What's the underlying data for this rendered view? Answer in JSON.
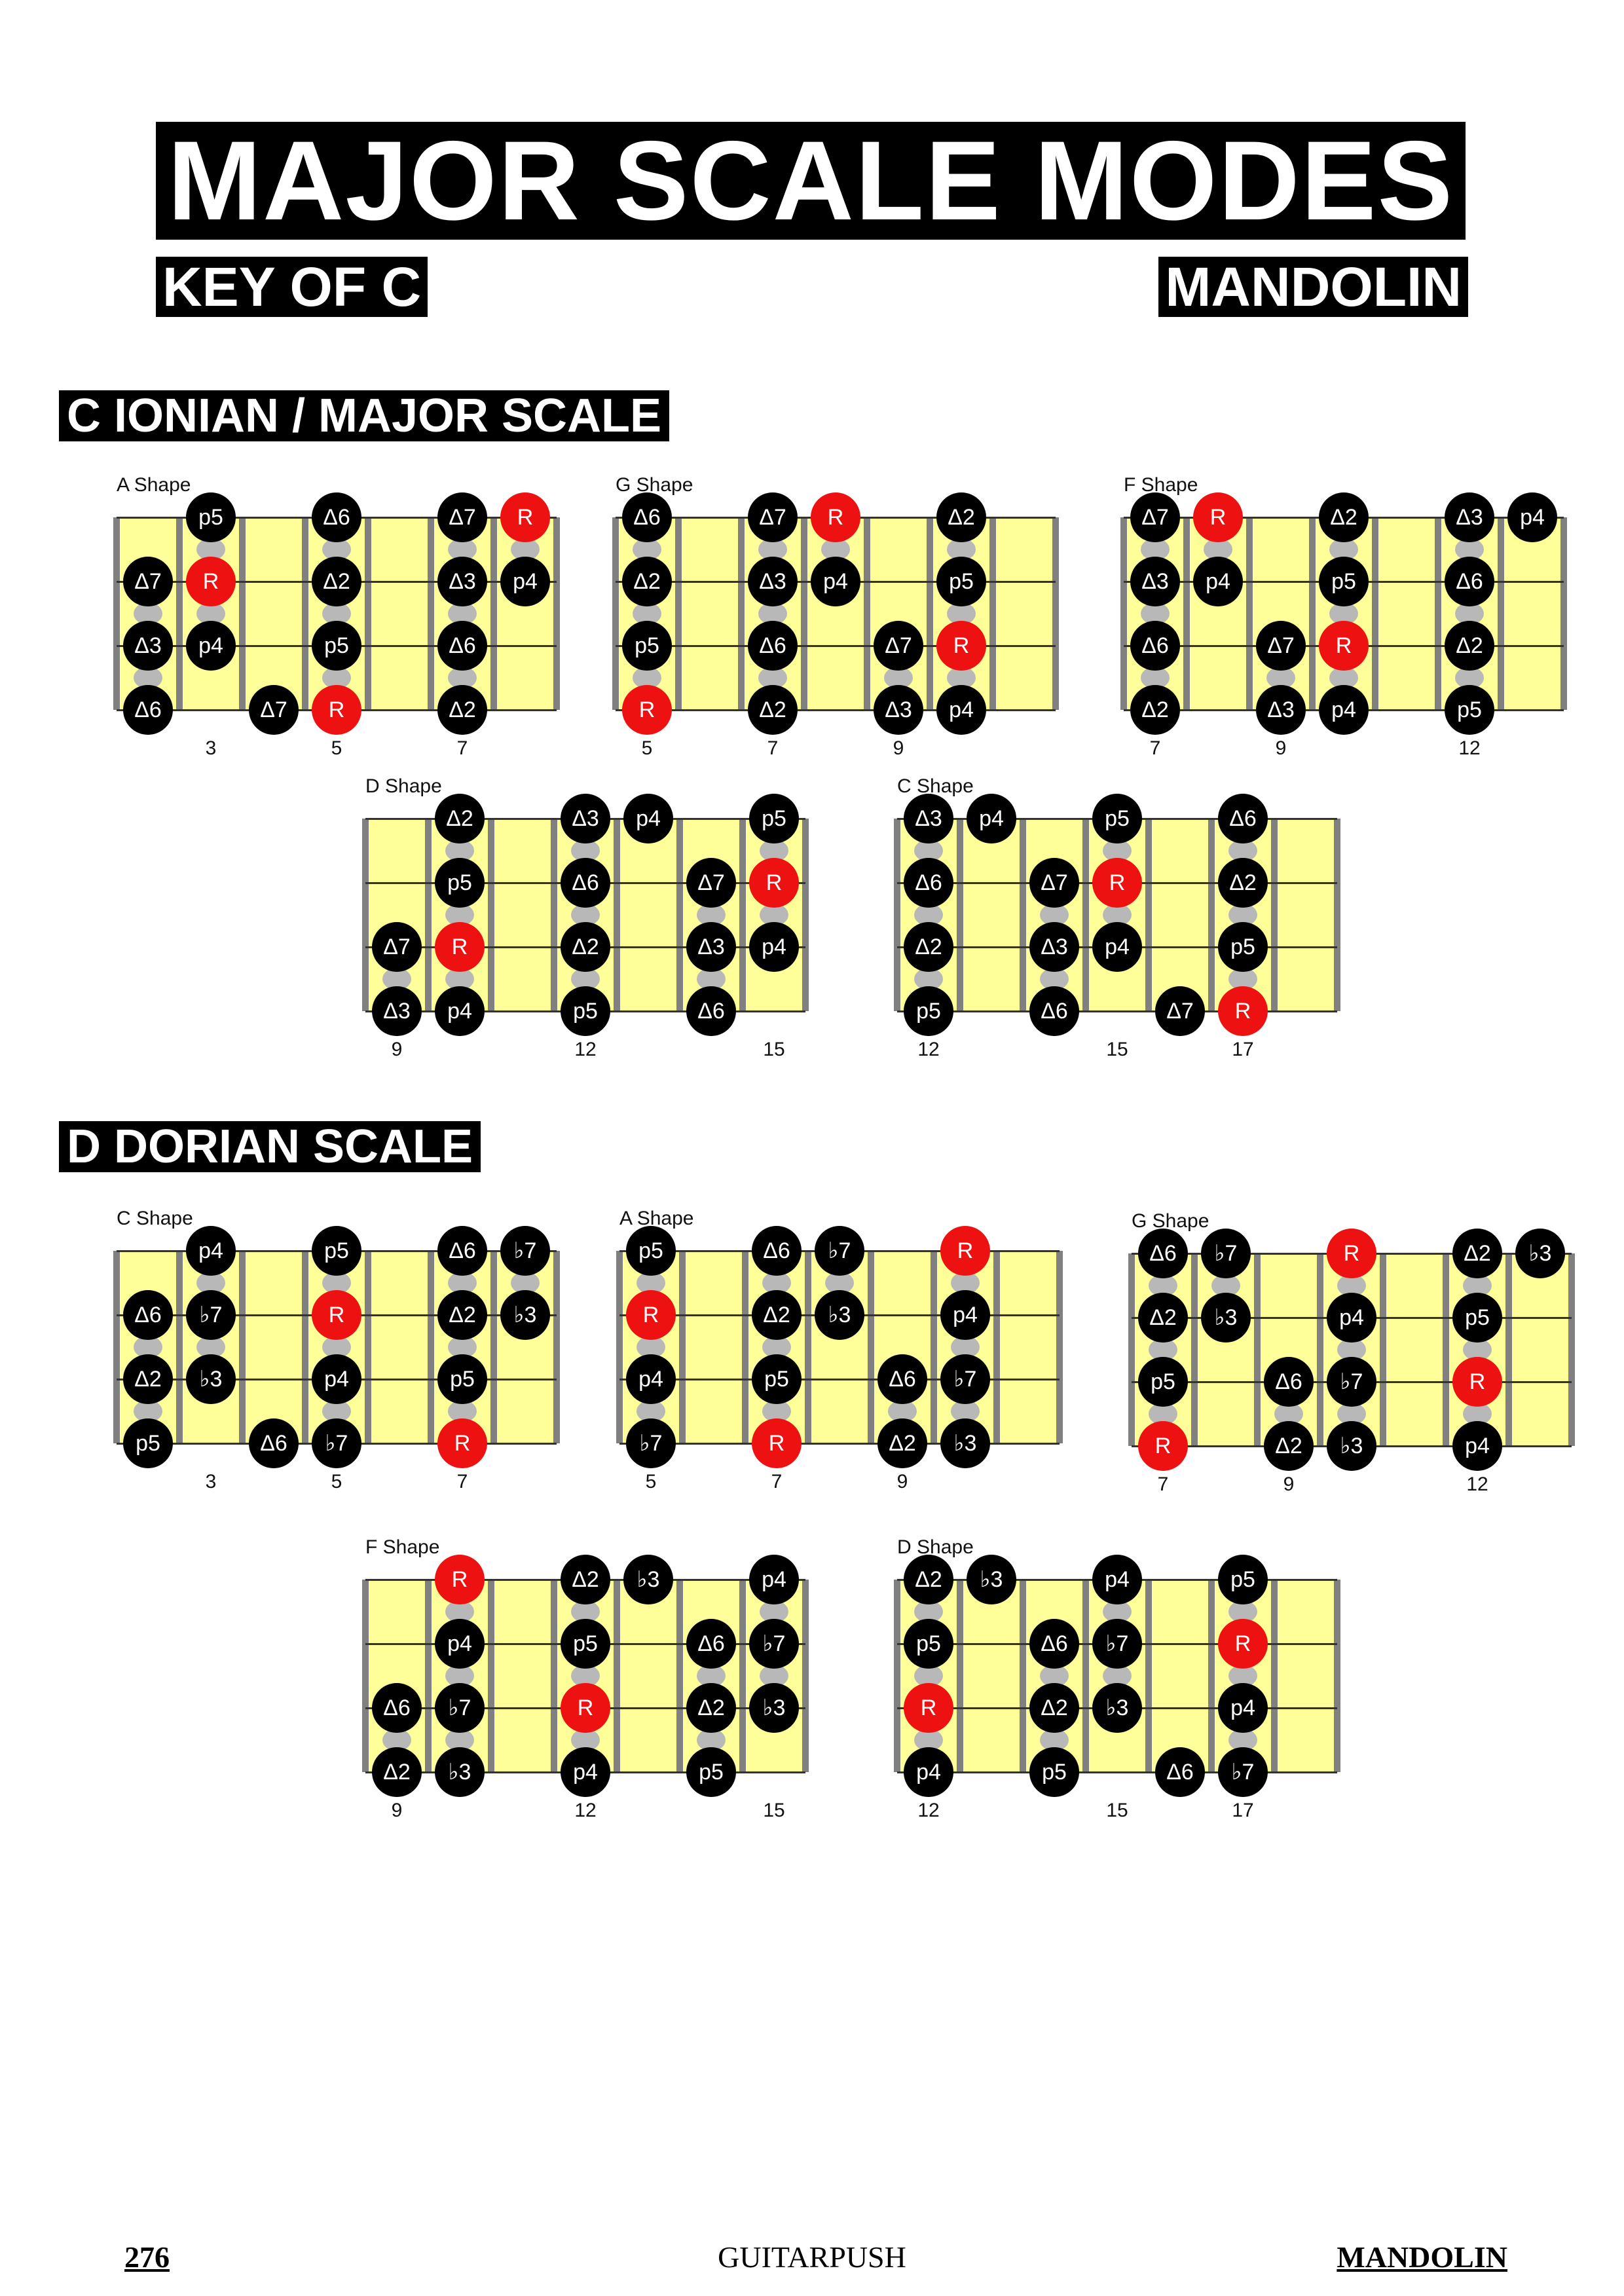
{
  "header": {
    "title": "MAJOR SCALE MODES",
    "key": "KEY OF C",
    "instrument": "MANDOLIN"
  },
  "colors": {
    "fretboard": "#ffff99",
    "fret": "#808080",
    "note": "#000000",
    "root": "#ee1111",
    "spacer": "#b8b8b8"
  },
  "sections": [
    {
      "title": "C IONIAN / MAJOR SCALE",
      "diagrams": [
        {
          "label": "A Shape",
          "frets": [
            [
              "3",
              1
            ],
            [
              "5",
              3
            ],
            [
              "7",
              5
            ]
          ],
          "notes": [
            [
              0,
              1,
              "p5"
            ],
            [
              0,
              3,
              "Δ6"
            ],
            [
              0,
              5,
              "Δ7"
            ],
            [
              0,
              6,
              "R"
            ],
            [
              1,
              0,
              "Δ7"
            ],
            [
              1,
              1,
              "R"
            ],
            [
              1,
              3,
              "Δ2"
            ],
            [
              1,
              5,
              "Δ3"
            ],
            [
              1,
              6,
              "p4"
            ],
            [
              2,
              0,
              "Δ3"
            ],
            [
              2,
              1,
              "p4"
            ],
            [
              2,
              3,
              "p5"
            ],
            [
              2,
              5,
              "Δ6"
            ],
            [
              3,
              0,
              "Δ6"
            ],
            [
              3,
              2,
              "Δ7"
            ],
            [
              3,
              3,
              "R"
            ],
            [
              3,
              5,
              "Δ2"
            ]
          ]
        },
        {
          "label": "G Shape",
          "frets": [
            [
              "5",
              0
            ],
            [
              "7",
              2
            ],
            [
              "9",
              4
            ]
          ],
          "notes": [
            [
              0,
              0,
              "Δ6"
            ],
            [
              0,
              2,
              "Δ7"
            ],
            [
              0,
              3,
              "R"
            ],
            [
              0,
              5,
              "Δ2"
            ],
            [
              1,
              0,
              "Δ2"
            ],
            [
              1,
              2,
              "Δ3"
            ],
            [
              1,
              3,
              "p4"
            ],
            [
              1,
              5,
              "p5"
            ],
            [
              2,
              0,
              "p5"
            ],
            [
              2,
              2,
              "Δ6"
            ],
            [
              2,
              4,
              "Δ7"
            ],
            [
              2,
              5,
              "R"
            ],
            [
              3,
              0,
              "R"
            ],
            [
              3,
              2,
              "Δ2"
            ],
            [
              3,
              4,
              "Δ3"
            ],
            [
              3,
              5,
              "p4"
            ]
          ]
        },
        {
          "label": "F Shape",
          "frets": [
            [
              "7",
              0
            ],
            [
              "9",
              2
            ],
            [
              "12",
              5
            ]
          ],
          "notes": [
            [
              0,
              0,
              "Δ7"
            ],
            [
              0,
              1,
              "R"
            ],
            [
              0,
              3,
              "Δ2"
            ],
            [
              0,
              5,
              "Δ3"
            ],
            [
              0,
              6,
              "p4"
            ],
            [
              1,
              0,
              "Δ3"
            ],
            [
              1,
              1,
              "p4"
            ],
            [
              1,
              3,
              "p5"
            ],
            [
              1,
              5,
              "Δ6"
            ],
            [
              2,
              0,
              "Δ6"
            ],
            [
              2,
              2,
              "Δ7"
            ],
            [
              2,
              3,
              "R"
            ],
            [
              2,
              5,
              "Δ2"
            ],
            [
              3,
              0,
              "Δ2"
            ],
            [
              3,
              2,
              "Δ3"
            ],
            [
              3,
              3,
              "p4"
            ],
            [
              3,
              5,
              "p5"
            ]
          ]
        },
        {
          "label": "D Shape",
          "frets": [
            [
              "9",
              0
            ],
            [
              "12",
              3
            ],
            [
              "15",
              6
            ]
          ],
          "notes": [
            [
              0,
              1,
              "Δ2"
            ],
            [
              0,
              3,
              "Δ3"
            ],
            [
              0,
              4,
              "p4"
            ],
            [
              0,
              6,
              "p5"
            ],
            [
              1,
              1,
              "p5"
            ],
            [
              1,
              3,
              "Δ6"
            ],
            [
              1,
              5,
              "Δ7"
            ],
            [
              1,
              6,
              "R"
            ],
            [
              2,
              0,
              "Δ7"
            ],
            [
              2,
              1,
              "R"
            ],
            [
              2,
              3,
              "Δ2"
            ],
            [
              2,
              5,
              "Δ3"
            ],
            [
              2,
              6,
              "p4"
            ],
            [
              3,
              0,
              "Δ3"
            ],
            [
              3,
              1,
              "p4"
            ],
            [
              3,
              3,
              "p5"
            ],
            [
              3,
              5,
              "Δ6"
            ]
          ]
        },
        {
          "label": "C Shape",
          "frets": [
            [
              "12",
              0
            ],
            [
              "15",
              3
            ],
            [
              "17",
              5
            ]
          ],
          "notes": [
            [
              0,
              0,
              "Δ3"
            ],
            [
              0,
              1,
              "p4"
            ],
            [
              0,
              3,
              "p5"
            ],
            [
              0,
              5,
              "Δ6"
            ],
            [
              1,
              0,
              "Δ6"
            ],
            [
              1,
              2,
              "Δ7"
            ],
            [
              1,
              3,
              "R"
            ],
            [
              1,
              5,
              "Δ2"
            ],
            [
              2,
              0,
              "Δ2"
            ],
            [
              2,
              2,
              "Δ3"
            ],
            [
              2,
              3,
              "p4"
            ],
            [
              2,
              5,
              "p5"
            ],
            [
              3,
              0,
              "p5"
            ],
            [
              3,
              2,
              "Δ6"
            ],
            [
              3,
              4,
              "Δ7"
            ],
            [
              3,
              5,
              "R"
            ]
          ]
        }
      ]
    },
    {
      "title": "D DORIAN SCALE",
      "diagrams": [
        {
          "label": "C Shape",
          "frets": [
            [
              "3",
              1
            ],
            [
              "5",
              3
            ],
            [
              "7",
              5
            ]
          ],
          "notes": [
            [
              0,
              1,
              "p4"
            ],
            [
              0,
              3,
              "p5"
            ],
            [
              0,
              5,
              "Δ6"
            ],
            [
              0,
              6,
              "♭7"
            ],
            [
              1,
              0,
              "Δ6"
            ],
            [
              1,
              1,
              "♭7"
            ],
            [
              1,
              3,
              "R"
            ],
            [
              1,
              5,
              "Δ2"
            ],
            [
              1,
              6,
              "♭3"
            ],
            [
              2,
              0,
              "Δ2"
            ],
            [
              2,
              1,
              "♭3"
            ],
            [
              2,
              3,
              "p4"
            ],
            [
              2,
              5,
              "p5"
            ],
            [
              3,
              0,
              "p5"
            ],
            [
              3,
              2,
              "Δ6"
            ],
            [
              3,
              3,
              "♭7"
            ],
            [
              3,
              5,
              "R"
            ]
          ]
        },
        {
          "label": "A Shape",
          "frets": [
            [
              "5",
              0
            ],
            [
              "7",
              2
            ],
            [
              "9",
              4
            ]
          ],
          "notes": [
            [
              0,
              0,
              "p5"
            ],
            [
              0,
              2,
              "Δ6"
            ],
            [
              0,
              3,
              "♭7"
            ],
            [
              0,
              5,
              "R"
            ],
            [
              1,
              0,
              "R"
            ],
            [
              1,
              2,
              "Δ2"
            ],
            [
              1,
              3,
              "♭3"
            ],
            [
              1,
              5,
              "p4"
            ],
            [
              2,
              0,
              "p4"
            ],
            [
              2,
              2,
              "p5"
            ],
            [
              2,
              4,
              "Δ6"
            ],
            [
              2,
              5,
              "♭7"
            ],
            [
              3,
              0,
              "♭7"
            ],
            [
              3,
              2,
              "R"
            ],
            [
              3,
              4,
              "Δ2"
            ],
            [
              3,
              5,
              "♭3"
            ]
          ]
        },
        {
          "label": "G Shape",
          "frets": [
            [
              "7",
              0
            ],
            [
              "9",
              2
            ],
            [
              "12",
              5
            ]
          ],
          "notes": [
            [
              0,
              0,
              "Δ6"
            ],
            [
              0,
              1,
              "♭7"
            ],
            [
              0,
              3,
              "R"
            ],
            [
              0,
              5,
              "Δ2"
            ],
            [
              0,
              6,
              "♭3"
            ],
            [
              1,
              0,
              "Δ2"
            ],
            [
              1,
              1,
              "♭3"
            ],
            [
              1,
              3,
              "p4"
            ],
            [
              1,
              5,
              "p5"
            ],
            [
              2,
              0,
              "p5"
            ],
            [
              2,
              2,
              "Δ6"
            ],
            [
              2,
              3,
              "♭7"
            ],
            [
              2,
              5,
              "R"
            ],
            [
              3,
              0,
              "R"
            ],
            [
              3,
              2,
              "Δ2"
            ],
            [
              3,
              3,
              "♭3"
            ],
            [
              3,
              5,
              "p4"
            ]
          ]
        },
        {
          "label": "F Shape",
          "frets": [
            [
              "9",
              0
            ],
            [
              "12",
              3
            ],
            [
              "15",
              6
            ]
          ],
          "notes": [
            [
              0,
              1,
              "R"
            ],
            [
              0,
              3,
              "Δ2"
            ],
            [
              0,
              4,
              "♭3"
            ],
            [
              0,
              6,
              "p4"
            ],
            [
              1,
              1,
              "p4"
            ],
            [
              1,
              3,
              "p5"
            ],
            [
              1,
              5,
              "Δ6"
            ],
            [
              1,
              6,
              "♭7"
            ],
            [
              2,
              0,
              "Δ6"
            ],
            [
              2,
              1,
              "♭7"
            ],
            [
              2,
              3,
              "R"
            ],
            [
              2,
              5,
              "Δ2"
            ],
            [
              2,
              6,
              "♭3"
            ],
            [
              3,
              0,
              "Δ2"
            ],
            [
              3,
              1,
              "♭3"
            ],
            [
              3,
              3,
              "p4"
            ],
            [
              3,
              5,
              "p5"
            ]
          ]
        },
        {
          "label": "D Shape",
          "frets": [
            [
              "12",
              0
            ],
            [
              "15",
              3
            ],
            [
              "17",
              5
            ]
          ],
          "notes": [
            [
              0,
              0,
              "Δ2"
            ],
            [
              0,
              1,
              "♭3"
            ],
            [
              0,
              3,
              "p4"
            ],
            [
              0,
              5,
              "p5"
            ],
            [
              1,
              0,
              "p5"
            ],
            [
              1,
              2,
              "Δ6"
            ],
            [
              1,
              3,
              "♭7"
            ],
            [
              1,
              5,
              "R"
            ],
            [
              2,
              0,
              "R"
            ],
            [
              2,
              2,
              "Δ2"
            ],
            [
              2,
              3,
              "♭3"
            ],
            [
              2,
              5,
              "p4"
            ],
            [
              3,
              0,
              "p4"
            ],
            [
              3,
              2,
              "p5"
            ],
            [
              3,
              4,
              "Δ6"
            ],
            [
              3,
              5,
              "♭7"
            ]
          ]
        }
      ]
    }
  ],
  "footer": {
    "page": "276",
    "brand": "GUITARPUSH",
    "instrument": "MANDOLIN"
  }
}
